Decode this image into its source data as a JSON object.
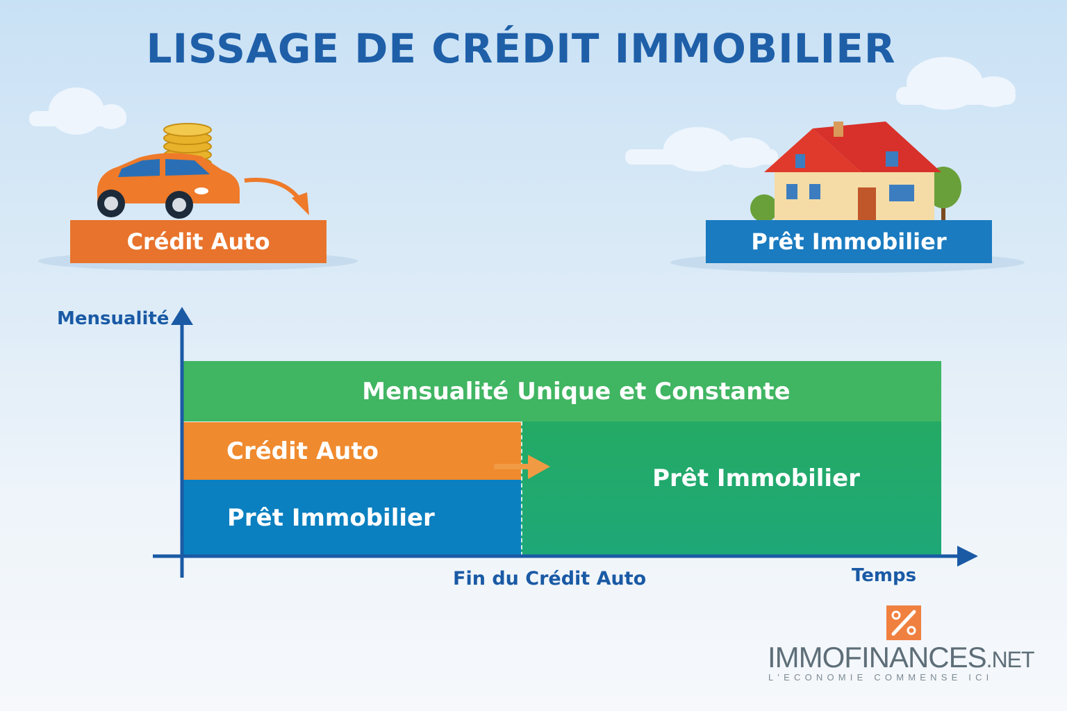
{
  "title": "LISSAGE DE CRÉDIT IMMOBILIER",
  "top_labels": {
    "car": "Crédit Auto",
    "house": "Prêt Immobilier"
  },
  "chart": {
    "y_axis_label": "Mensualité",
    "x_axis_label": "Temps",
    "marker_label": "Fin du Crédit Auto",
    "top_band": "Mensualité Unique et Constante",
    "left_top": "Crédit Auto",
    "left_bottom": "Prêt Immobilier",
    "right": "Prêt Immobilier"
  },
  "logo": {
    "name": "IMMOFINANCES",
    "tld": ".NET",
    "tagline": "L'ECONOMIE COMMENSE ICI",
    "icon": "percent-icon"
  },
  "colors": {
    "title": "#1e5fa8",
    "orange": "#e8732c",
    "blue": "#0a80c0",
    "green": "#3fb560",
    "green_dark": "#22a96a"
  }
}
